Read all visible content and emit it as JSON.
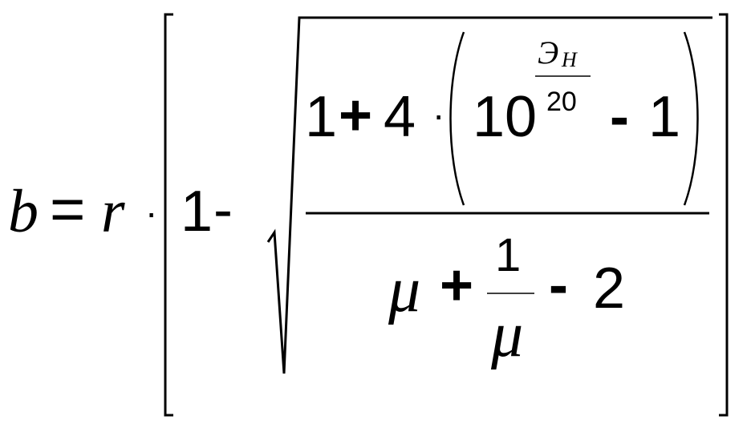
{
  "formula": {
    "lhs_var": "b",
    "equals": "=",
    "r_var": "r",
    "dot_outer": "·",
    "one_outer": "1",
    "minus_outer": "-",
    "numerator": {
      "one": "1",
      "plus": "+",
      "four": "4",
      "dot": "·",
      "ten": "10",
      "exp_num": "Э",
      "exp_sub": "Н",
      "exp_den": "20",
      "minus": "-",
      "one_inner": "1"
    },
    "denominator": {
      "mu": "μ",
      "plus": "+",
      "frac_num": "1",
      "frac_den": "μ",
      "minus": "-",
      "two": "2"
    }
  }
}
